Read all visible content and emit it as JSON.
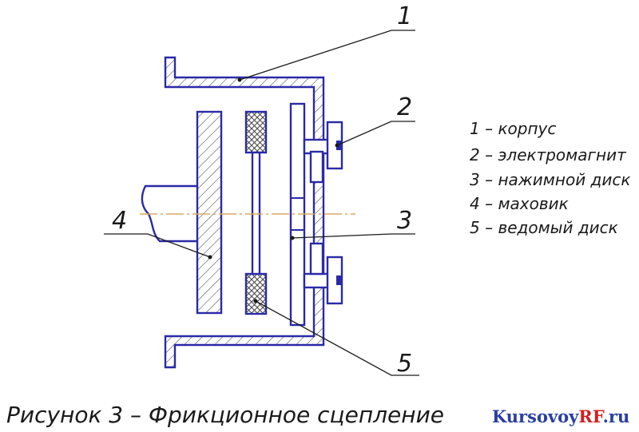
{
  "callouts": [
    {
      "num": "1"
    },
    {
      "num": "2"
    },
    {
      "num": "3"
    },
    {
      "num": "4"
    },
    {
      "num": "5"
    }
  ],
  "legend": [
    "1 –  корпус",
    "2 – электромагнит",
    "3 – нажимной диск",
    "4 – маховик",
    "5 – ведомый диск"
  ],
  "caption": "Рисунок 3 – Фрикционное сцепление",
  "watermark": {
    "part1": "Kursovoy",
    "part2": "RF",
    "part3": ".ru"
  },
  "colors": {
    "part_stroke": "#2a2aa8",
    "hatch": "#555555",
    "axis": "#d9a860",
    "leader": "#1a1a1a",
    "watermark_blue": "#2a3fa0",
    "watermark_red": "#d02020"
  }
}
